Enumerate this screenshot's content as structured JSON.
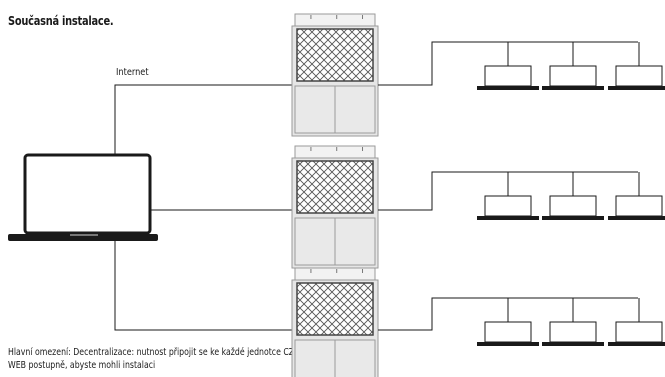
{
  "title": "Současná instalace.",
  "internet_label": "Internet",
  "caption": "Hlavní omezení: Decentralizace: nutnost připojit se ke každé jednotce CZ-WEB postupně, abyste mohli instalaci",
  "colors": {
    "line": "#1a1a1a",
    "device_border": "#9a9a9a",
    "device_fill": "#e6e6e6",
    "unit_fill": "#ffffff"
  },
  "icons": [
    "laptop-icon",
    "controller-device-icon",
    "indoor-unit-icon"
  ],
  "rows": [
    {
      "name": "row-1",
      "indoor_units": 3
    },
    {
      "name": "row-2",
      "indoor_units": 3
    },
    {
      "name": "row-3",
      "indoor_units": 3
    }
  ]
}
